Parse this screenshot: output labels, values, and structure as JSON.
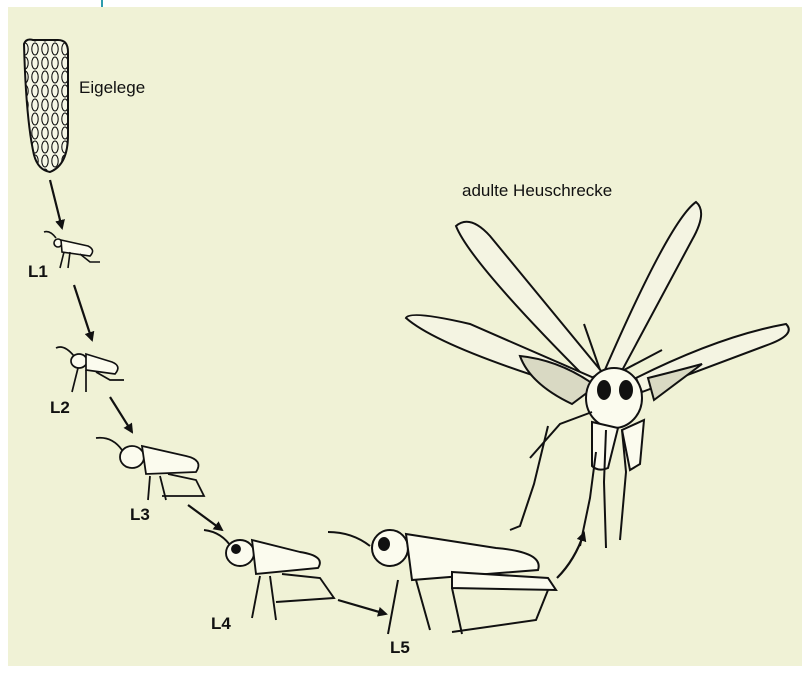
{
  "labels": {
    "egg": "Eigelege",
    "l1": "L1",
    "l2": "L2",
    "l3": "L3",
    "l4": "L4",
    "l5": "L5",
    "adult": "adulte Heuschrecke"
  },
  "colors": {
    "background": "#f0f2d6",
    "ink": "#111111",
    "accent_line": "#2e9cad"
  }
}
